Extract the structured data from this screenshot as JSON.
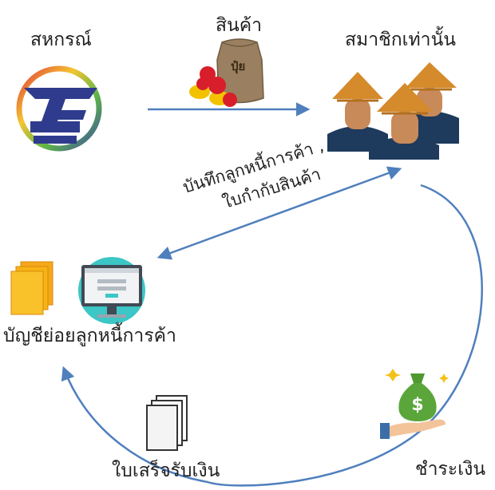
{
  "labels": {
    "coop": "สหกรณ์",
    "goods": "สินค้า",
    "members_only": "สมาชิกเท่านั้น",
    "record_line1": "บันทึกลูกหนี้การค้า ,",
    "record_line2": "ใบกำกับสินค้า",
    "ledger": "บัญชีย่อยลูกหนี้การค้า",
    "receipt": "ใบเสร็จรับเงิน",
    "payment": "ชำระเงิน",
    "fertilizer_bag": "ปุ๋ย"
  },
  "icons": {
    "coop_logo": "cooperative-logo-icon",
    "goods": "fertilizer-bag-icon",
    "members": "farmers-group-icon",
    "ledger_docs": "document-stack-icon",
    "computer": "computer-screen-icon",
    "receipt": "receipt-stack-icon",
    "payment": "money-bag-hand-icon"
  },
  "colors": {
    "arrow": "#4f7fbd",
    "doc_orange": "#f7b215",
    "teal": "#3cc6c5",
    "money_green": "#5aa63a",
    "logo_navy": "#2f3c8d"
  }
}
